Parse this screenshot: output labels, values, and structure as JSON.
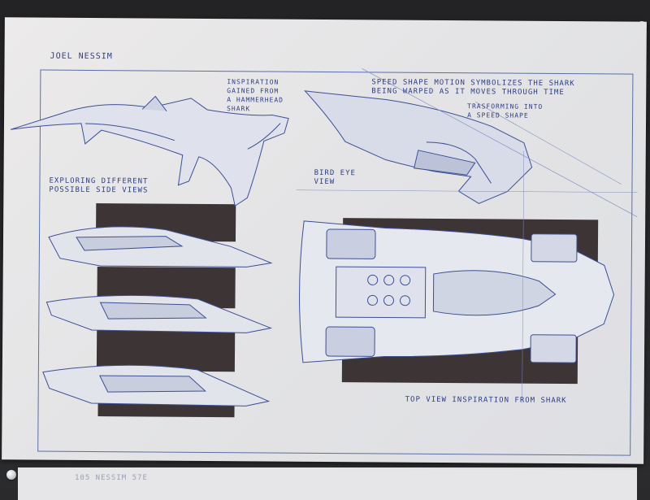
{
  "sheet": {
    "author": "JOEL NESSIM",
    "note_hammerhead": "INSPIRATION\nGAINED FROM\nA HAMMERHEAD\nSHARK",
    "note_speed_shape": "SPEED SHAPE MOTION SYMBOLIZES THE SHARK\nBEING WARPED AS IT MOVES THROUGH TIME",
    "note_transforming": "TRASFORMING INTO\nA SPEED SHAPE",
    "note_side_views": "EXPLORING DIFFERENT\nPOSSIBLE SIDE VIEWS",
    "note_birds_eye": "BIRD EYE\nVIEW",
    "caption_top_view": "TOP VIEW INSPIRATION FROM SHARK",
    "lower_sheet_text": "105 NESSIM 57E"
  },
  "colors": {
    "paper": "#e8e8ea",
    "ink": "#2f3f86",
    "marker": "#3c3435",
    "board": "#2a2a2c"
  }
}
